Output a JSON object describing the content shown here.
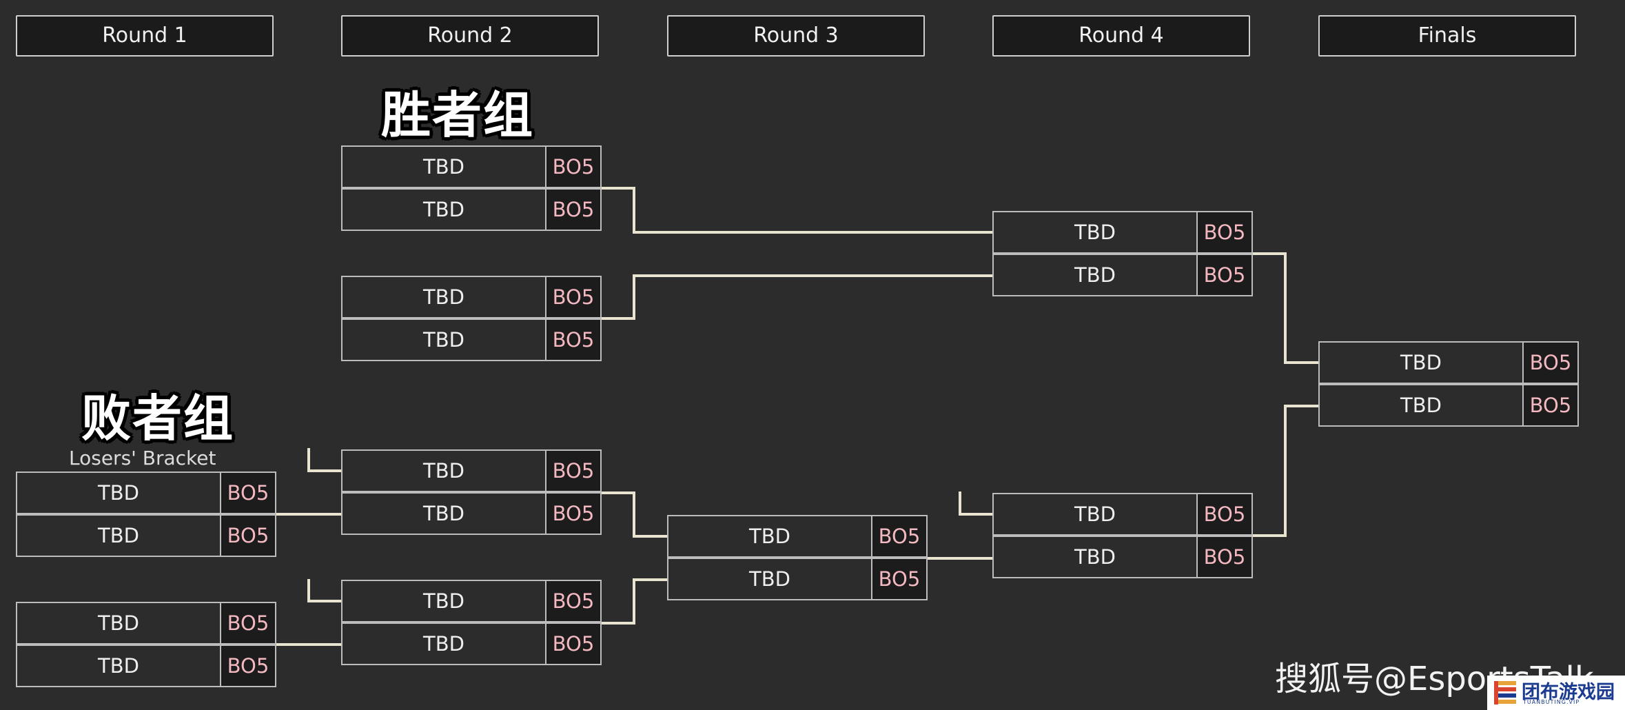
{
  "rounds": [
    "Round 1",
    "Round 2",
    "Round 3",
    "Round 4",
    "Finals"
  ],
  "winners_group_title": "胜者组",
  "losers_group_title": "败者组",
  "losers_bracket_label": "Losers' Bracket",
  "watermark": "搜狐号@EsportsTalk",
  "logo": {
    "name": "团布游戏园",
    "sub": "TUANBUTING.VIP"
  },
  "colors": {
    "background": "#2c2c2c",
    "header_bg": "#1b1b1b",
    "format_text": "#f3b8c0",
    "connector": "#e8e4d0"
  },
  "matches": [
    {
      "id": "w-r2-m1",
      "teams": [
        {
          "name": "TBD",
          "format": "BO5"
        },
        {
          "name": "TBD",
          "format": "BO5"
        }
      ]
    },
    {
      "id": "w-r2-m2",
      "teams": [
        {
          "name": "TBD",
          "format": "BO5"
        },
        {
          "name": "TBD",
          "format": "BO5"
        }
      ]
    },
    {
      "id": "w-r4-m1",
      "teams": [
        {
          "name": "TBD",
          "format": "BO5"
        },
        {
          "name": "TBD",
          "format": "BO5"
        }
      ]
    },
    {
      "id": "finals",
      "teams": [
        {
          "name": "TBD",
          "format": "BO5"
        },
        {
          "name": "TBD",
          "format": "BO5"
        }
      ]
    },
    {
      "id": "l-r1-m1",
      "teams": [
        {
          "name": "TBD",
          "format": "BO5"
        },
        {
          "name": "TBD",
          "format": "BO5"
        }
      ]
    },
    {
      "id": "l-r1-m2",
      "teams": [
        {
          "name": "TBD",
          "format": "BO5"
        },
        {
          "name": "TBD",
          "format": "BO5"
        }
      ]
    },
    {
      "id": "l-r2-m1",
      "teams": [
        {
          "name": "TBD",
          "format": "BO5"
        },
        {
          "name": "TBD",
          "format": "BO5"
        }
      ]
    },
    {
      "id": "l-r2-m2",
      "teams": [
        {
          "name": "TBD",
          "format": "BO5"
        },
        {
          "name": "TBD",
          "format": "BO5"
        }
      ]
    },
    {
      "id": "l-r3-m1",
      "teams": [
        {
          "name": "TBD",
          "format": "BO5"
        },
        {
          "name": "TBD",
          "format": "BO5"
        }
      ]
    },
    {
      "id": "l-r4-m1",
      "teams": [
        {
          "name": "TBD",
          "format": "BO5"
        },
        {
          "name": "TBD",
          "format": "BO5"
        }
      ]
    }
  ]
}
